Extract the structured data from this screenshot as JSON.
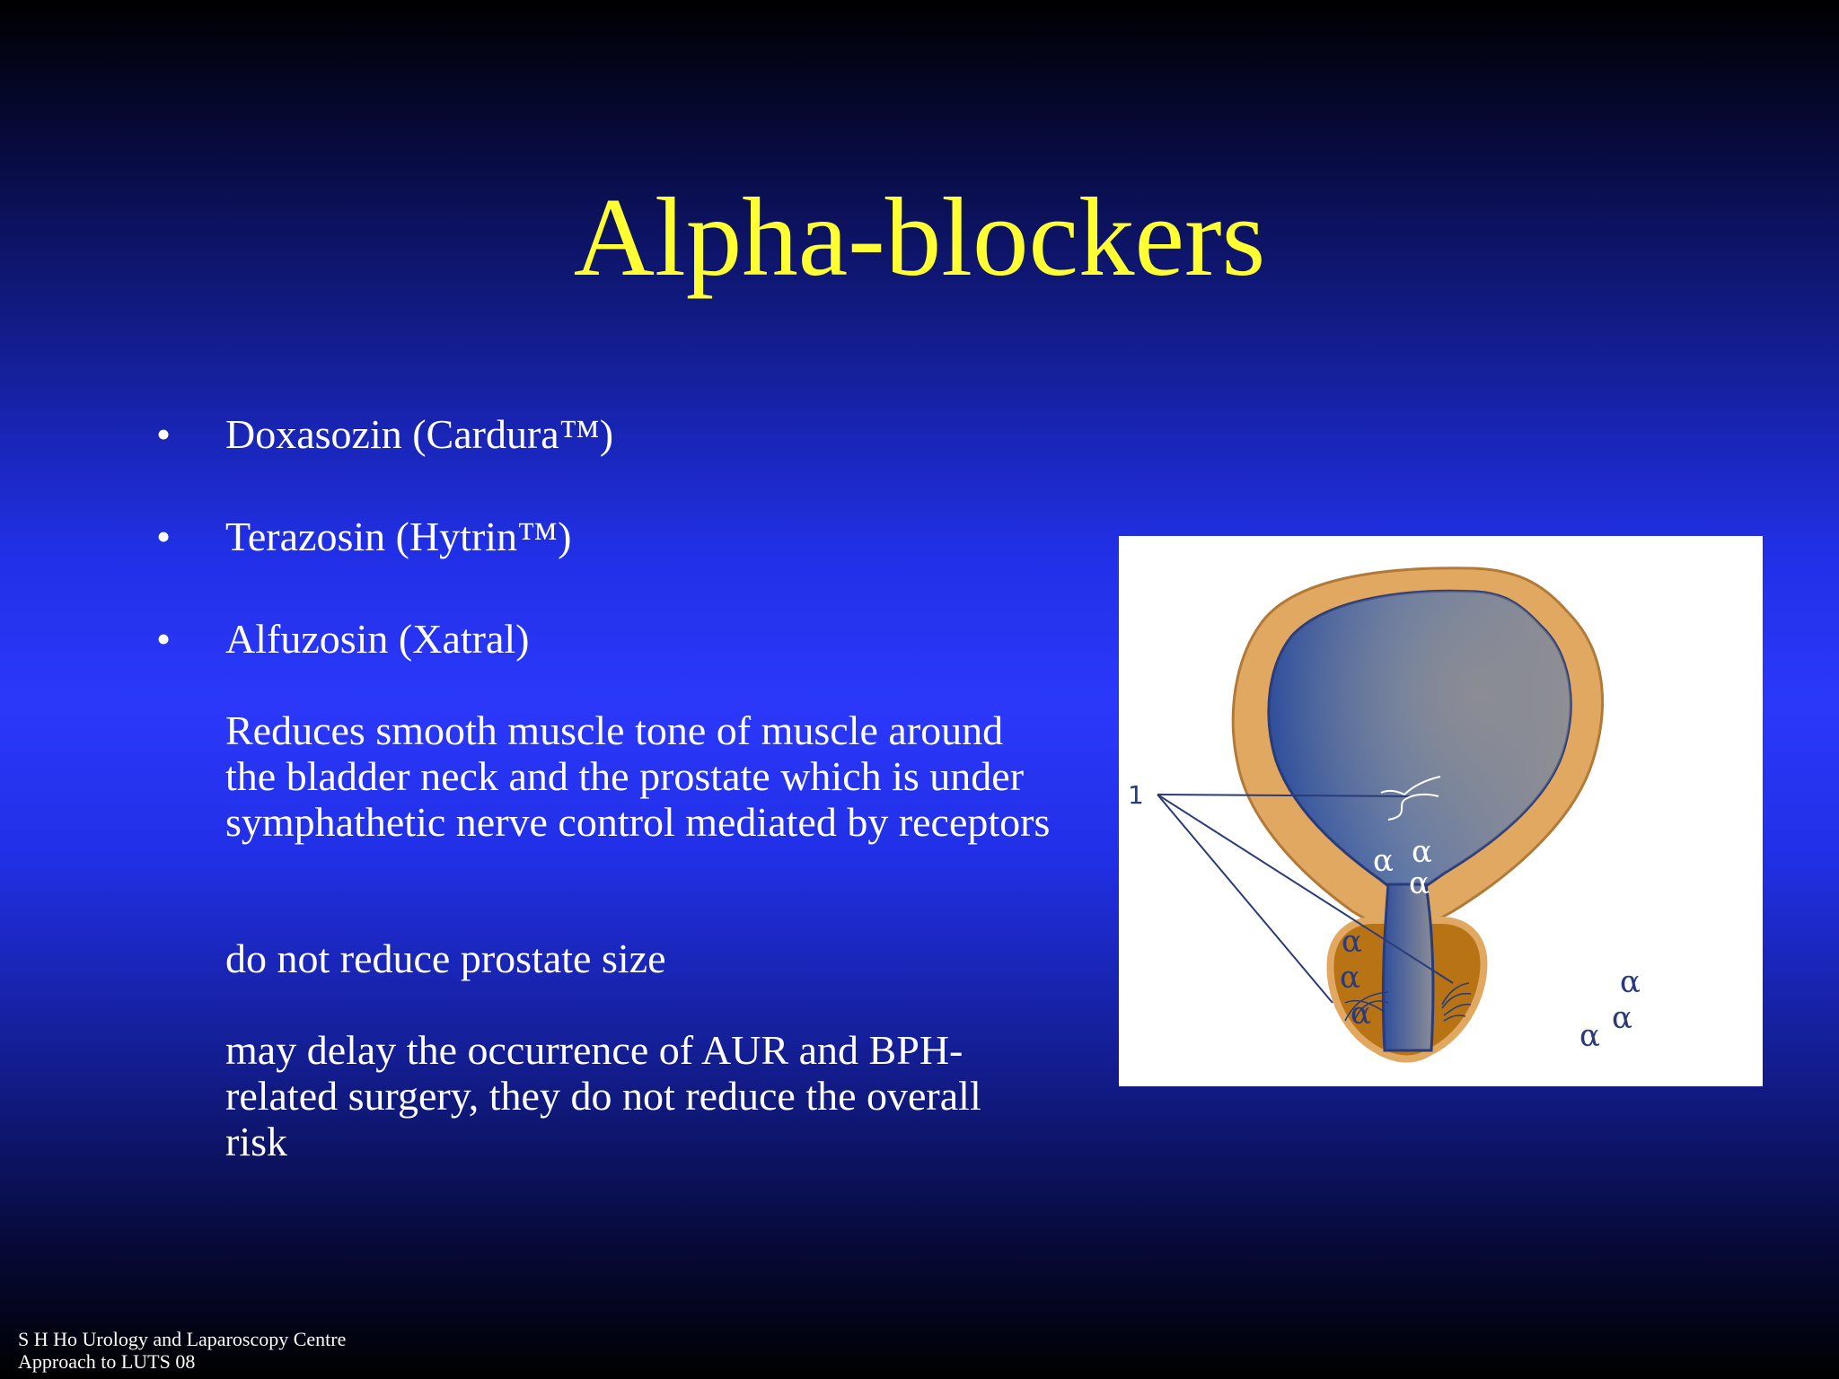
{
  "slide": {
    "title": "Alpha-blockers",
    "bullet_symbol": "•",
    "bullets": [
      "Doxasozin (Cardura™)",
      "Terazosin (Hytrin™)",
      "Alfuzosin (Xatral)"
    ],
    "paragraphs": [
      "Reduces smooth muscle tone of muscle around the bladder neck and the prostate which is under symphathetic nerve control mediated by receptors",
      "do not reduce prostate size",
      "may delay the occurrence of AUR and BPH-related surgery, they do not reduce the overall risk"
    ]
  },
  "diagram": {
    "label_number": "1",
    "receptor_symbol": "α"
  },
  "footer": {
    "line1": "S H Ho Urology and Laparoscopy Centre",
    "line2": "Approach to LUTS 08"
  },
  "colors": {
    "title": "#ffff33",
    "text": "#ffffff",
    "diagram_outline": "#2a3b7a",
    "bladder_wall": "#e0a860",
    "prostate": "#b87414"
  }
}
